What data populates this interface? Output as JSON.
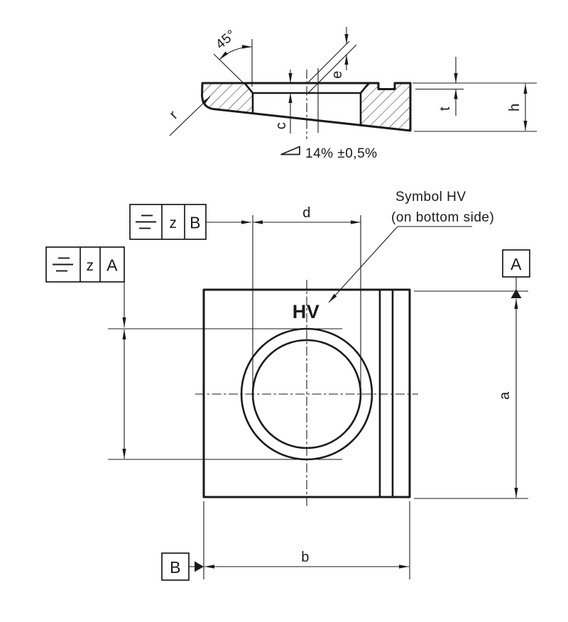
{
  "colors": {
    "line": "#1a1a1a",
    "background": "#ffffff"
  },
  "section_view": {
    "chamfer_angle": "45°",
    "labels": {
      "e": "e",
      "c": "c",
      "t": "t",
      "h": "h",
      "r": "r"
    },
    "slope_note": "14% ±0,5%"
  },
  "plan_view": {
    "labels": {
      "a": "a",
      "b": "b",
      "d": "d"
    },
    "surface_mark": "HV",
    "annotation": {
      "line1": "Symbol HV",
      "line2": "(on bottom side)"
    },
    "datum_a": "A",
    "datum_b": "B",
    "tolerance_frames": [
      {
        "symbol": "symmetry",
        "zone": "z",
        "datum": "B"
      },
      {
        "symbol": "symmetry",
        "zone": "z",
        "datum": "A"
      }
    ]
  }
}
